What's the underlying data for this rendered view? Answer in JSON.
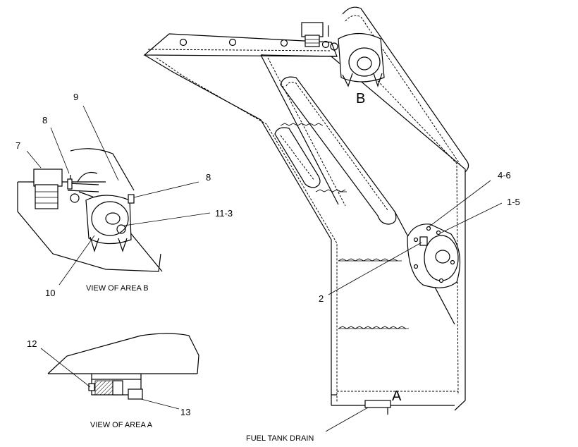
{
  "callouts": {
    "c_9": "9",
    "c_8_top": "8",
    "c_7": "7",
    "c_8_right": "8",
    "c_11_3": "11-3",
    "c_10": "10",
    "c_4_6": "4-6",
    "c_1_5": "1-5",
    "c_2": "2",
    "c_12": "12",
    "c_13": "13"
  },
  "area_letters": {
    "b": "B",
    "a": "A"
  },
  "captions": {
    "view_b": "VIEW OF AREA B",
    "view_a": "VIEW OF AREA A",
    "drain": "FUEL TANK DRAIN"
  }
}
